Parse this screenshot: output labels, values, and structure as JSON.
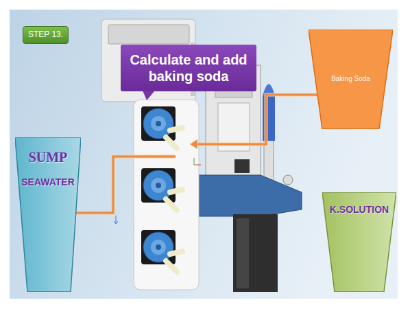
{
  "diagram": {
    "nodes": [
      {
        "text": [
          "STEP 13."
        ]
      },
      {
        "text": [
          "Calculate and add baking soda"
        ]
      },
      {
        "text": [
          "Baking Soda"
        ]
      },
      {
        "text": [
          "SUMP",
          "SEAWATER"
        ]
      },
      {
        "text": [
          "K.SOLUTION"
        ]
      }
    ],
    "edges": [
      {
        "from": 2,
        "to": 3,
        "arrow": "to"
      }
    ]
  }
}
